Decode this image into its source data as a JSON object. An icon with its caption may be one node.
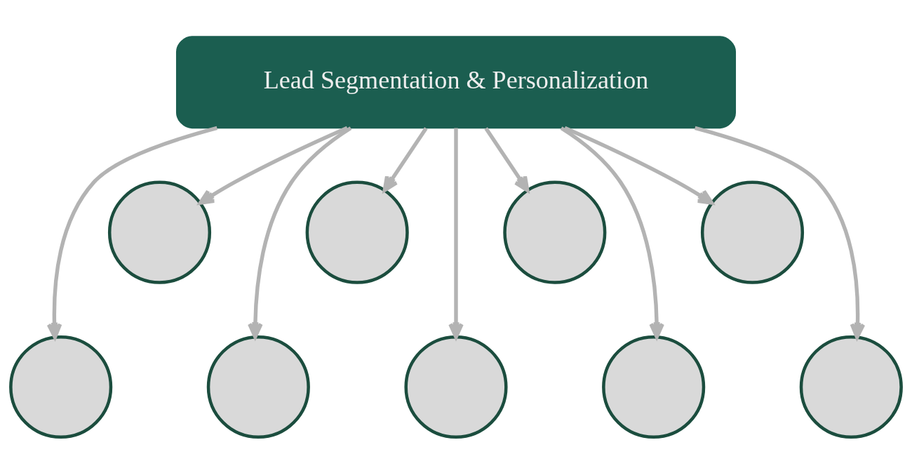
{
  "diagram": {
    "nodes": [
      {
        "text": [
          "Lead Segmentation & Personalization"
        ]
      },
      {
        "text": [],
        "shape": "person"
      },
      {
        "text": [],
        "shape": "person"
      },
      {
        "text": [],
        "shape": "person"
      },
      {
        "text": [],
        "shape": "person"
      },
      {
        "text": [],
        "shape": "person"
      },
      {
        "text": [],
        "shape": "person"
      },
      {
        "text": [],
        "shape": "person"
      },
      {
        "text": [],
        "shape": "person"
      },
      {
        "text": [],
        "shape": "person"
      }
    ],
    "edges": [
      {
        "from": 0,
        "to": 1,
        "arrow": "to"
      },
      {
        "from": 0,
        "to": 2,
        "arrow": "to"
      },
      {
        "from": 0,
        "to": 3,
        "arrow": "to"
      },
      {
        "from": 0,
        "to": 4,
        "arrow": "to"
      },
      {
        "from": 0,
        "to": 5,
        "arrow": "to"
      },
      {
        "from": 0,
        "to": 6,
        "arrow": "to"
      },
      {
        "from": 0,
        "to": 7,
        "arrow": "to"
      },
      {
        "from": 0,
        "to": 8,
        "arrow": "to"
      },
      {
        "from": 0,
        "to": 9,
        "arrow": "to"
      }
    ]
  }
}
